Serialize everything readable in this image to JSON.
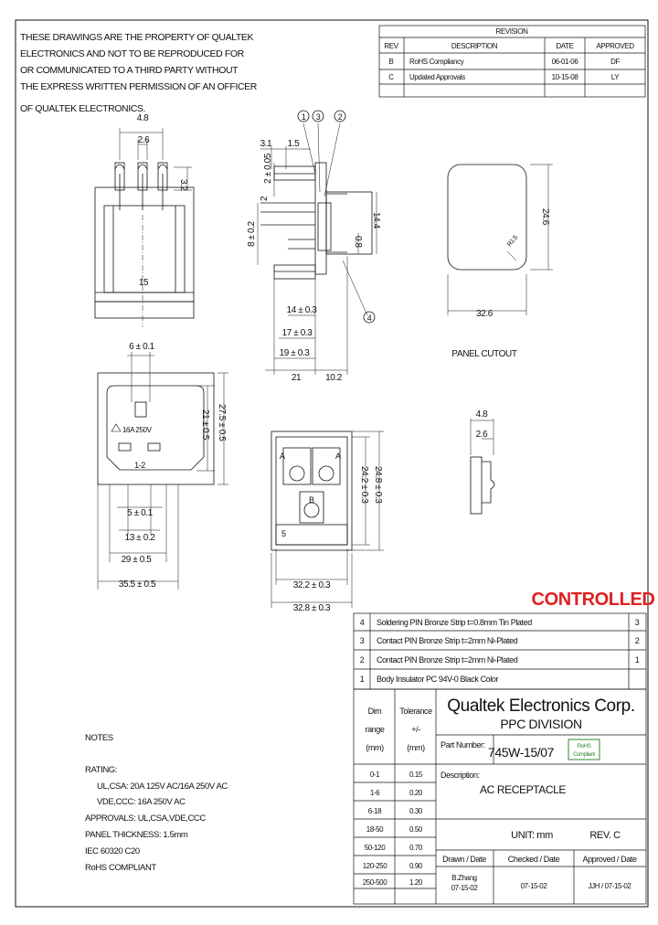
{
  "notice": {
    "lines": [
      "THESE DRAWINGS ARE THE PROPERTY OF QUALTEK",
      "ELECTRONICS AND NOT TO BE REPRODUCED FOR",
      "OR COMMUNICATED TO A THIRD PARTY WITHOUT",
      "THE EXPRESS WRITTEN PERMISSION OF AN OFFICER",
      "OF QUALTEK ELECTRONICS."
    ]
  },
  "revision": {
    "title": "REVISION",
    "headers": [
      "REV",
      "DESCRIPTION",
      "DATE",
      "APPROVED"
    ],
    "rows": [
      [
        "B",
        "RoHS Compliancy",
        "06-01-06",
        "DF"
      ],
      [
        "C",
        "Updated Approvals",
        "10-15-08",
        "LY"
      ]
    ]
  },
  "drawing": {
    "top_dims": [
      "4.8",
      "2.6",
      "3.2",
      "15"
    ],
    "side_dims": [
      "3.1",
      "1.5",
      "2 ± 0.05",
      "8 ± 0.2",
      "2",
      "14.4",
      "0.8",
      "14 ± 0.3",
      "17 ± 0.3",
      "19 ± 0.3",
      "21",
      "10.2"
    ],
    "callouts": [
      "1",
      "3",
      "2",
      "4"
    ],
    "front_dims": [
      "6 ± 0.1",
      "21 ± 0.5",
      "27.5 ± 0.5",
      "5 ± 0.1",
      "13 ± 0.2",
      "29 ± 0.5",
      "35.5 ± 0.5"
    ],
    "front_marks": [
      "16A 250V",
      "1-2"
    ],
    "back_dims": [
      "24.2 ± 0.3",
      "24.8 ± 0.3",
      "32.2 ± 0.3",
      "32.8 ± 0.3"
    ],
    "back_marks": [
      "A",
      "A",
      "B",
      "5"
    ],
    "panel_dims": [
      "24.6",
      "32.6",
      "R1.5"
    ],
    "panel_label": "PANEL CUTOUT",
    "pin_dims": [
      "4.8",
      "2.6"
    ]
  },
  "stamp": "CONTROLLED",
  "parts": [
    {
      "no": "4",
      "desc": "Soldering PIN Bronze Strip t=0.8mm Tin Plated",
      "qty": "3"
    },
    {
      "no": "3",
      "desc": "Contact PIN Bronze Strip t=2mm Ni-Plated",
      "qty": "2"
    },
    {
      "no": "2",
      "desc": "Contact PIN Bronze Strip t=2mm Ni-Plated",
      "qty": "1"
    },
    {
      "no": "1",
      "desc": "Body Insulator PC 94V-0 Black Color",
      "qty": ""
    }
  ],
  "tolerance": {
    "h1": [
      "Dim",
      "range",
      "(mm)"
    ],
    "h2": [
      "Tolerance",
      "+/-",
      "(mm)"
    ],
    "rows": [
      [
        "0-1",
        "0.15"
      ],
      [
        "1-6",
        "0.20"
      ],
      [
        "6-18",
        "0.30"
      ],
      [
        "18-50",
        "0.50"
      ],
      [
        "50-120",
        "0.70"
      ],
      [
        "120-250",
        "0.90"
      ],
      [
        "250-500",
        "1.20"
      ]
    ]
  },
  "title_block": {
    "company": "Qualtek Electronics Corp.",
    "division": "PPC DIVISION",
    "part_label": "Part Number:",
    "part_number": "745W-15/07",
    "rohs": [
      "RoHS",
      "Compliant"
    ],
    "desc_label": "Description:",
    "description": "AC RECEPTACLE",
    "unit": "UNIT: mm",
    "rev": "REV. C",
    "drawn_label": "Drawn / Date",
    "checked_label": "Checked / Date",
    "approved_label": "Approved / Date",
    "drawn_value": [
      "B.Zhang",
      "07-15-02"
    ],
    "checked_value": "07-15-02",
    "approved_value": "JJH / 07-15-02"
  },
  "notes": {
    "title": "NOTES",
    "lines": [
      "RATING:",
      "UL,CSA: 20A 125V AC/16A 250V AC",
      "VDE,CCC: 16A 250V AC",
      "APPROVALS: UL,CSA,VDE,CCC",
      "PANEL THICKNESS: 1.5mm",
      "IEC 60320 C20",
      "RoHS COMPLIANT"
    ]
  },
  "colors": {
    "ink": "#111111",
    "stamp": "#e02020",
    "rohs": "#2e8b2e"
  }
}
